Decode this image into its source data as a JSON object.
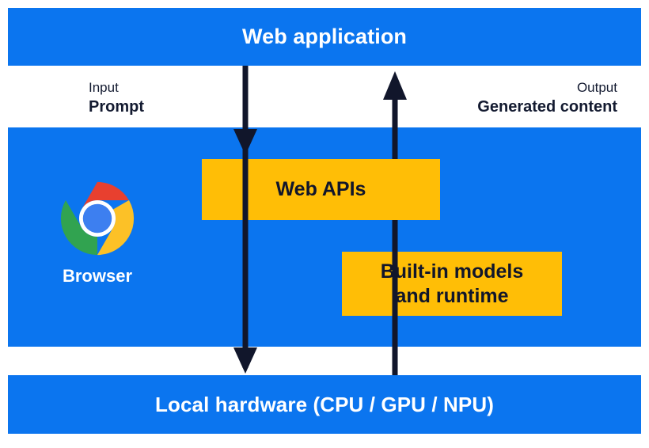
{
  "diagram": {
    "title": "Browser built-in AI architecture",
    "colors": {
      "blue_band": "#0b75ef",
      "yellow_box": "#ffbe06",
      "arrow_dark": "#11162b",
      "text_on_blue": "#ffffff",
      "text_dark": "#131a30",
      "page_background": "#ffffff"
    }
  },
  "bands": {
    "web_application": {
      "title": "Web application"
    },
    "browser": {
      "label": "Browser"
    },
    "local_hardware": {
      "title": "Local hardware (CPU / GPU / NPU)"
    }
  },
  "boxes": {
    "web_apis": {
      "label": "Web APIs"
    },
    "built_in_models": {
      "line1": "Built-in models",
      "line2": "and runtime"
    }
  },
  "captions": {
    "input": {
      "kind": "Input",
      "value": "Prompt"
    },
    "output": {
      "kind": "Output",
      "value": "Generated content"
    }
  },
  "icons": {
    "chrome": "chrome-logo-icon",
    "arrow_down": "arrow-down-icon",
    "arrow_up": "arrow-up-icon"
  },
  "flow": {
    "downstream": "Web application -> Web APIs -> Local hardware",
    "upstream": "Local hardware -> Built-in models and runtime -> Web application"
  }
}
